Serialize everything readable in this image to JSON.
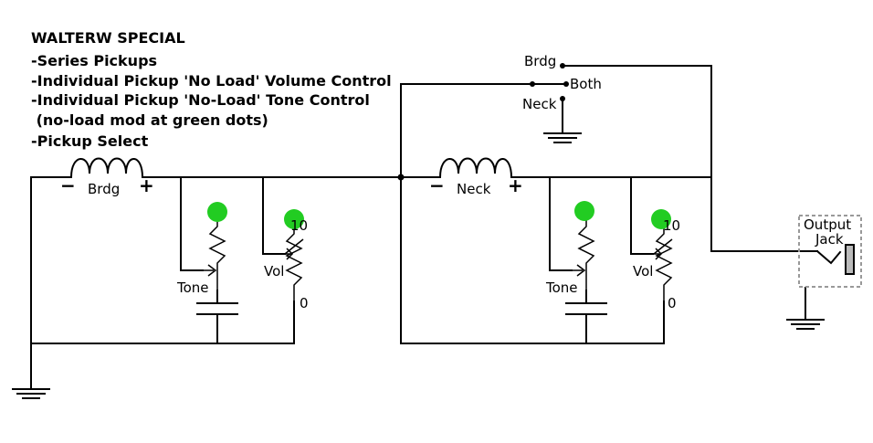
{
  "header": {
    "title": "WALTERW SPECIAL",
    "notes": [
      "-Series Pickups",
      "-Individual Pickup 'No Load' Volume Control",
      "-Individual Pickup 'No-Load' Tone Control",
      " (no-load mod at green dots)",
      "-Pickup Select"
    ]
  },
  "switch": {
    "bridge": "Brdg",
    "both": "Both",
    "neck": "Neck"
  },
  "bridge_section": {
    "pickup": "Brdg",
    "minus": "−",
    "plus": "+",
    "tone": "Tone",
    "vol": "Vol",
    "vol_max": "10",
    "vol_min": "0"
  },
  "neck_section": {
    "pickup": "Neck",
    "minus": "−",
    "plus": "+",
    "tone": "Tone",
    "vol": "Vol",
    "vol_max": "10",
    "vol_min": "0"
  },
  "jack": {
    "line1": "Output",
    "line2": "Jack"
  },
  "colors": {
    "wire": "#000000",
    "no_load_dot": "#22cc22",
    "jack_box": "#999999"
  }
}
